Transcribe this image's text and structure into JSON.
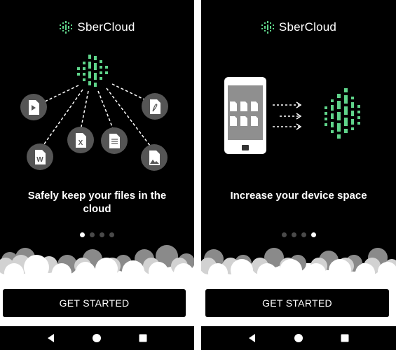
{
  "brand": {
    "name": "SberCloud",
    "accent": "#5fd48a"
  },
  "screens": [
    {
      "caption": "Safely keep your files in the cloud",
      "dots_total": 4,
      "active_dot": 1,
      "cta_label": "GET STARTED"
    },
    {
      "caption": "Increase your device space",
      "dots_total": 4,
      "active_dot": 4,
      "cta_label": "GET STARTED"
    }
  ],
  "file_icons": [
    "video-file",
    "pdf-file",
    "word-file",
    "excel-file",
    "document-file",
    "image-file"
  ],
  "navbar": {
    "buttons": [
      "back-icon",
      "home-icon",
      "recents-icon"
    ]
  }
}
